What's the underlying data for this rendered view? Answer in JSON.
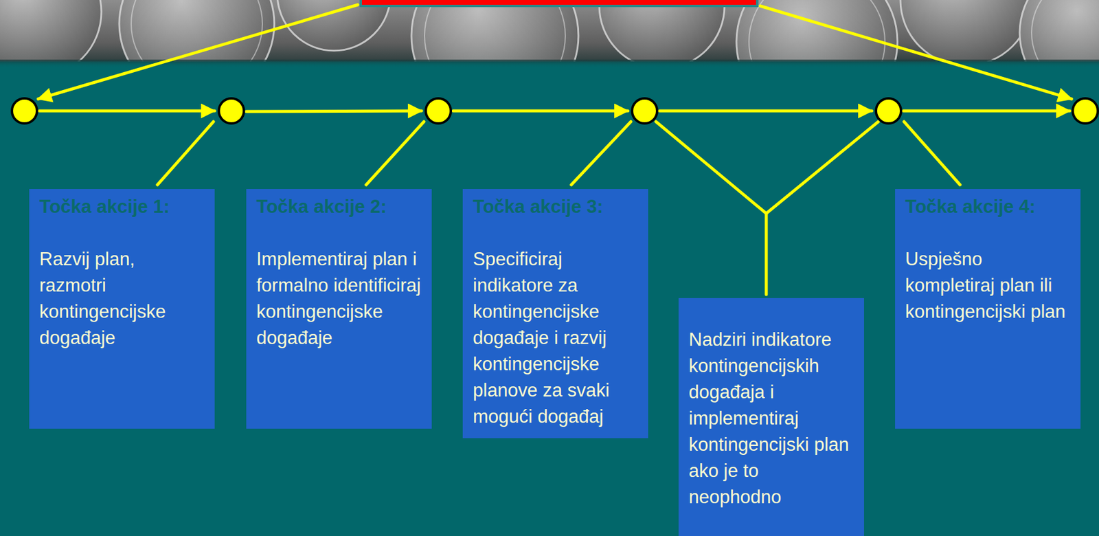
{
  "diagram": {
    "nodes": [
      {
        "text": [
          "Točka akcije 1:",
          "Razvij plan, razmotri kontingencijske događaje"
        ]
      },
      {
        "text": [
          "Točka akcije 2:",
          "Implementiraj plan i formalno identificiraj kontingencijske događaje"
        ]
      },
      {
        "text": [
          "Točka akcije 3:",
          "Specificiraj indikatore za kontingencijske događaje i razvij kontingencijske planove za svaki mogući događaj"
        ]
      },
      {
        "text": [
          "Nadziri indikatore kontingencijskih događaja i implementiraj kontingencijski plan ako je to neophodno"
        ]
      },
      {
        "text": [
          "Točka akcije 4:",
          "Uspješno kompletiraj plan ili kontingencijski plan"
        ]
      }
    ]
  }
}
